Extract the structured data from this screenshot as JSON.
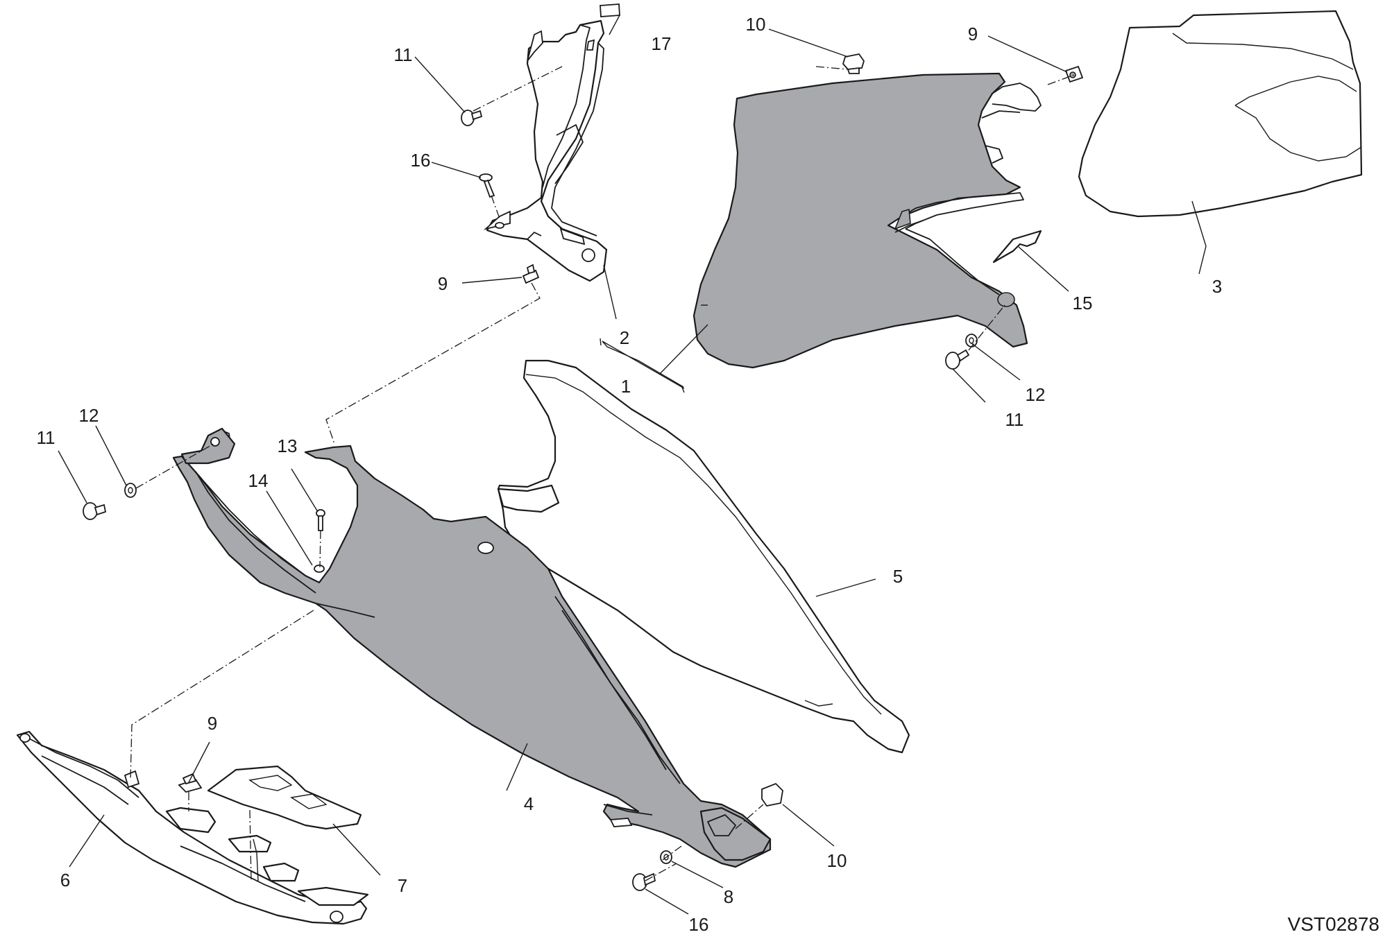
{
  "diagram": {
    "drawing_code": "VST02878",
    "callouts": {
      "p1": "1",
      "p2": "2",
      "p3": "3",
      "p4": "4",
      "p5": "5",
      "p6": "6",
      "p7": "7",
      "p8": "8",
      "p9a": "9",
      "p9b": "9",
      "p9c": "9",
      "p10a": "10",
      "p10b": "10",
      "p11a": "11",
      "p11b": "11",
      "p11c": "11",
      "p12a": "12",
      "p12b": "12",
      "p13": "13",
      "p14": "14",
      "p15": "15",
      "p16a": "16",
      "p16b": "16",
      "p17": "17"
    },
    "colors": {
      "panel_fill": "#a7a9ac",
      "line": "#1a1a1a",
      "background": "#ffffff"
    }
  }
}
